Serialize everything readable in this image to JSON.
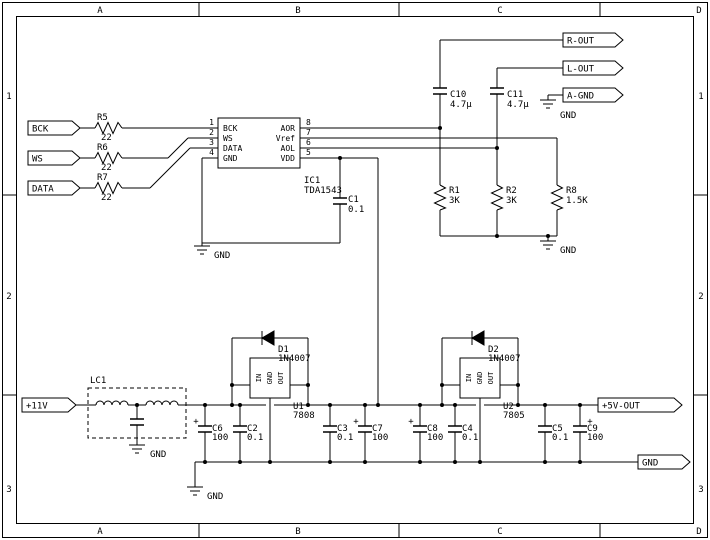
{
  "frame": {
    "columns": [
      "A",
      "B",
      "C",
      "D"
    ],
    "rows": [
      "1",
      "2",
      "3"
    ]
  },
  "labels": {
    "gnd": "GND",
    "plus": "+"
  },
  "connectors": {
    "bck": "BCK",
    "ws": "WS",
    "data": "DATA",
    "v11": "+11V",
    "r_out": "R-OUT",
    "l_out": "L-OUT",
    "a_gnd": "A-GND",
    "v5_out": "+5V-OUT",
    "gnd": "GND"
  },
  "ic1": {
    "ref": "IC1",
    "value": "TDA1543",
    "left_pins": [
      {
        "num": "1",
        "name": "BCK"
      },
      {
        "num": "2",
        "name": "WS"
      },
      {
        "num": "3",
        "name": "DATA"
      },
      {
        "num": "4",
        "name": "GND"
      }
    ],
    "right_pins": [
      {
        "num": "8",
        "name": "AOR"
      },
      {
        "num": "7",
        "name": "Vref"
      },
      {
        "num": "6",
        "name": "AOL"
      },
      {
        "num": "5",
        "name": "VDD"
      }
    ]
  },
  "resistors": {
    "r5": {
      "ref": "R5",
      "value": "22"
    },
    "r6": {
      "ref": "R6",
      "value": "22"
    },
    "r7": {
      "ref": "R7",
      "value": "22"
    },
    "r1": {
      "ref": "R1",
      "value": "3K"
    },
    "r2": {
      "ref": "R2",
      "value": "3K"
    },
    "r8": {
      "ref": "R8",
      "value": "1.5K"
    }
  },
  "capacitors": {
    "c1": {
      "ref": "C1",
      "value": "0.1"
    },
    "c10": {
      "ref": "C10",
      "value": "4.7µ"
    },
    "c11": {
      "ref": "C11",
      "value": "4.7µ"
    },
    "c6": {
      "ref": "C6",
      "value": "100"
    },
    "c2": {
      "ref": "C2",
      "value": "0.1"
    },
    "c3": {
      "ref": "C3",
      "value": "0.1"
    },
    "c7": {
      "ref": "C7",
      "value": "100"
    },
    "c8": {
      "ref": "C8",
      "value": "100"
    },
    "c4": {
      "ref": "C4",
      "value": "0.1"
    },
    "c5": {
      "ref": "C5",
      "value": "0.1"
    },
    "c9": {
      "ref": "C9",
      "value": "100"
    }
  },
  "diodes": {
    "d1": {
      "ref": "D1",
      "value": "1N4007"
    },
    "d2": {
      "ref": "D2",
      "value": "1N4007"
    }
  },
  "regulators": {
    "u1": {
      "ref": "U1",
      "value": "7808"
    },
    "u2": {
      "ref": "U2",
      "value": "7805"
    },
    "pins": {
      "in": "IN",
      "gnd": "GND",
      "out": "OUT"
    }
  },
  "filter": {
    "ref": "LC1"
  }
}
